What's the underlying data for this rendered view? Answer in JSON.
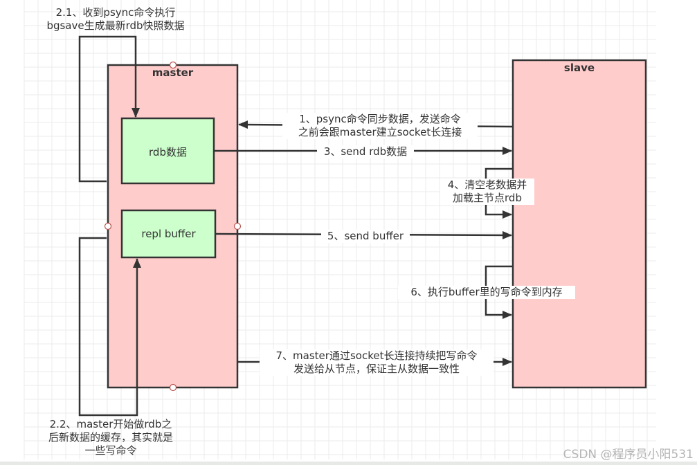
{
  "diagram": {
    "nodes": {
      "master": {
        "title": "master",
        "fill": "#ffcccc"
      },
      "slave": {
        "title": "slave",
        "fill": "#ffcccc"
      },
      "rdb": {
        "label": "rdb数据",
        "fill": "#ccffcc"
      },
      "repl_buffer": {
        "label": "repl buffer",
        "fill": "#ccffcc"
      }
    },
    "edges": {
      "step_2_1": {
        "line1": "2.1、收到psync命令执行",
        "line2": "bgsave生成最新rdb快照数据"
      },
      "step_1": {
        "line1": "1、psync命令同步数据，发送命令",
        "line2": "之前会跟master建立socket长连接"
      },
      "step_3": {
        "text": "3、send rdb数据"
      },
      "step_4": {
        "line1": "4、清空老数据并",
        "line2": "加载主节点rdb"
      },
      "step_5": {
        "text": "5、send buffer"
      },
      "step_6": {
        "text": "6、执行buffer里的写命令到内存"
      },
      "step_7": {
        "line1": "7、master通过socket长连接持续把写命令",
        "line2": "发送给从节点，保证主从数据一致性"
      },
      "step_2_2": {
        "line1": "2.2、master开始做rdb之",
        "line2": "后新数据的缓存，其实就是",
        "line3": "一些写命令"
      }
    },
    "colors": {
      "stroke": "#333333",
      "grid": "#ebebeb",
      "handle": "#b85450"
    }
  },
  "watermark": "CSDN @程序员小阳531"
}
